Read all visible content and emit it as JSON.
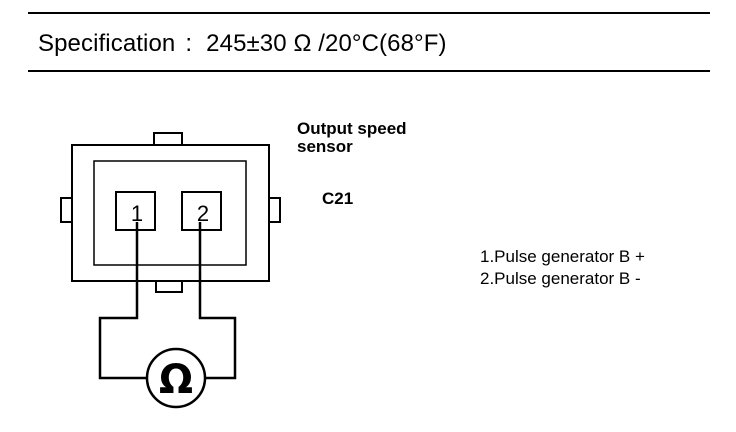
{
  "spec": {
    "label": "Specification",
    "separator": ":",
    "value": "245±30 Ω /20°C(68°F)"
  },
  "diagram": {
    "sensor_label_line1": "Output speed",
    "sensor_label_line2": "sensor",
    "connector_id": "C21",
    "pins": [
      "1",
      "2"
    ],
    "meter_symbol": "Ω"
  },
  "legend": [
    "1.Pulse generator B +",
    "2.Pulse generator B -"
  ]
}
